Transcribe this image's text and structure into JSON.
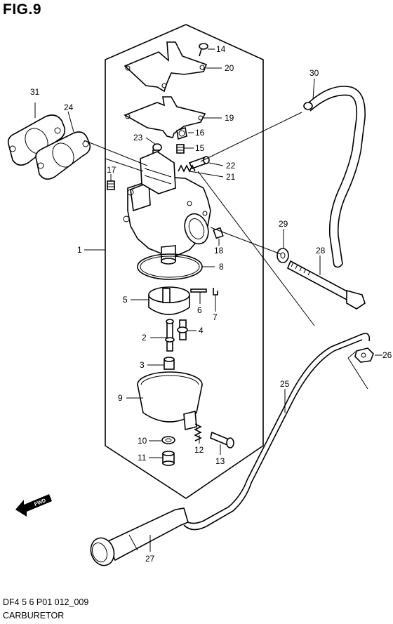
{
  "figure": {
    "title": "FIG.9"
  },
  "footer": {
    "code": "DF4 5 6 P01 012_009",
    "name": "CARBURETOR"
  },
  "badge": {
    "text": "FWD"
  },
  "callouts": {
    "p1": "1",
    "p2": "2",
    "p3": "3",
    "p4": "4",
    "p5": "5",
    "p6": "6",
    "p7": "7",
    "p8": "8",
    "p9": "9",
    "p10": "10",
    "p11": "11",
    "p12": "12",
    "p13": "13",
    "p14": "14",
    "p15": "15",
    "p16": "16",
    "p17": "17",
    "p18": "18",
    "p19": "19",
    "p20": "20",
    "p21": "21",
    "p22": "22",
    "p23": "23",
    "p24": "24",
    "p25": "25",
    "p26": "26",
    "p27": "27",
    "p28": "28",
    "p29": "29",
    "p30": "30",
    "p31": "31"
  }
}
